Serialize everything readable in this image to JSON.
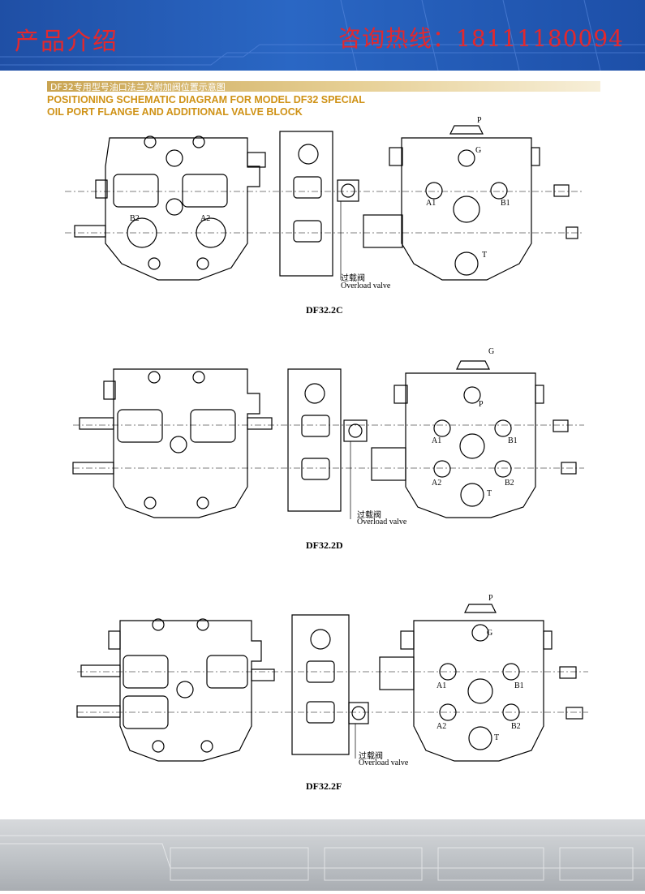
{
  "header": {
    "left_title": "产品介绍",
    "right_title": "咨询热线：18111180094"
  },
  "section": {
    "cn_title": "DF32专用型号油口法兰及附加阀位置示意图",
    "en_title_line1": "POSITIONING SCHEMATIC DIAGRAM FOR MODEL DF32 SPECIAL",
    "en_title_line2": "OIL PORT FLANGE AND ADDITIONAL VALVE BLOCK"
  },
  "diagrams": [
    {
      "caption": "DF32.2C",
      "labels": {
        "b2": "B2",
        "a2": "A2",
        "p": "P",
        "g": "G",
        "a1": "A1",
        "b1": "B1",
        "t": "T"
      },
      "overload_cn": "过载阀",
      "overload_en": "Overload valve"
    },
    {
      "caption": "DF32.2D",
      "labels": {
        "g": "G",
        "p": "P",
        "a1": "A1",
        "b1": "B1",
        "a2": "A2",
        "b2": "B2",
        "t": "T"
      },
      "overload_cn": "过载阀",
      "overload_en": "Overload valve"
    },
    {
      "caption": "DF32.2F",
      "labels": {
        "p": "P",
        "g": "G",
        "a1": "A1",
        "b1": "B1",
        "a2": "A2",
        "b2": "B2",
        "t": "T"
      },
      "overload_cn": "过载阀",
      "overload_en": "Overload valve"
    }
  ]
}
